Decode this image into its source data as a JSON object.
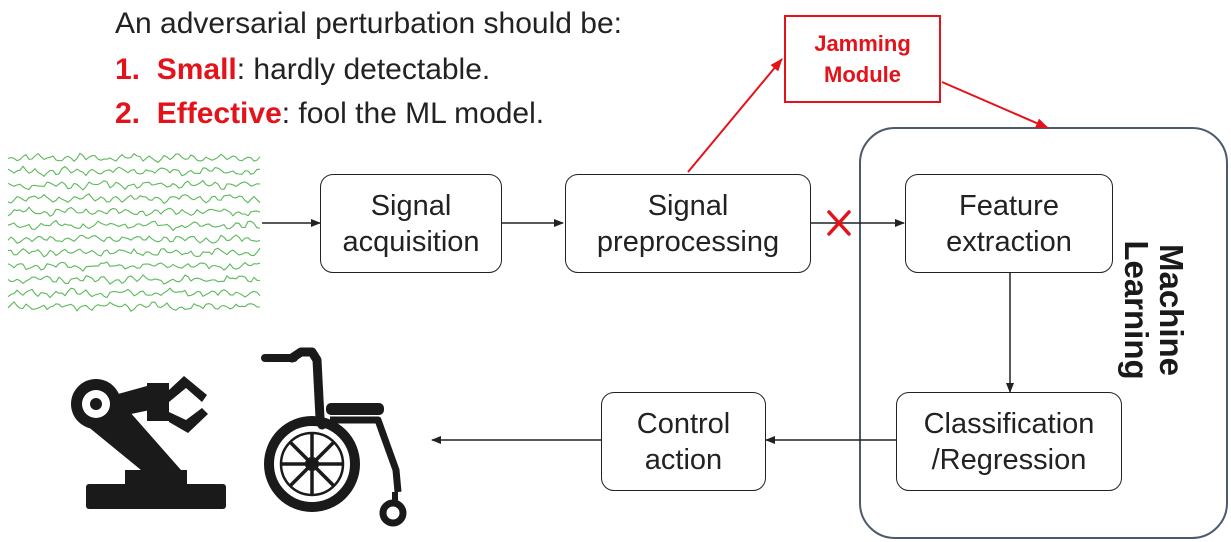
{
  "header": {
    "intro": "An adversarial perturbation should be:",
    "items": [
      {
        "number": "1.",
        "keyword": "Small",
        "rest": ": hardly detectable."
      },
      {
        "number": "2.",
        "keyword": "Effective",
        "rest": ": fool the ML model."
      }
    ]
  },
  "jamming": {
    "line1": "Jamming",
    "line2": "Module"
  },
  "pipeline": {
    "acquisition": {
      "line1": "Signal",
      "line2": "acquisition"
    },
    "preprocessing": {
      "line1": "Signal",
      "line2": "preprocessing"
    },
    "feature": {
      "line1": "Feature",
      "line2": "extraction"
    },
    "classification": {
      "line1": "Classification",
      "line2": "/Regression"
    },
    "control": {
      "line1": "Control",
      "line2": "action"
    }
  },
  "ml_group": {
    "line1": "Machine",
    "line2": "Learning"
  },
  "icons": {
    "eeg": "eeg-signal-icon",
    "robot": "robot-arm-icon",
    "wheelchair": "wheelchair-icon",
    "block": "cross-mark-icon"
  },
  "colors": {
    "accent": "#e3121b",
    "signal": "#5cb85c",
    "ml_border": "#4d5a6c",
    "text": "#222222"
  }
}
